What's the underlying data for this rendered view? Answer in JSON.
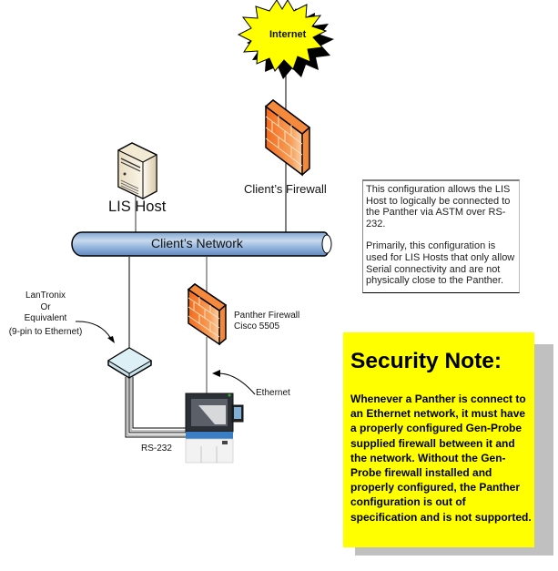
{
  "internet": {
    "label": "Internet",
    "color": "#ffff00"
  },
  "client_firewall": {
    "label": "Client’s Firewall"
  },
  "lis_host": {
    "label": "LIS Host"
  },
  "network": {
    "label": "Client’s Network"
  },
  "panther_firewall": {
    "line1": "Panther Firewall",
    "line2": "Cisco 5505"
  },
  "lantronix": {
    "line1": "LanTronix",
    "line2": "Or",
    "line3": "Equivalent",
    "line4": "(9-pin to Ethernet)"
  },
  "ethernet_label": "Ethernet",
  "rs232_label": "RS-232",
  "info_box": {
    "paragraph1": "This configuration allows the LIS Host to logically be connected to the Panther via ASTM over RS-232.",
    "paragraph2": "Primarily, this configuration is used for LIS Hosts that only allow Serial connectivity and are not physically close to the Panther."
  },
  "security_note": {
    "title": "Security Note:",
    "body": "Whenever a Panther is connect to an Ethernet network, it must have a properly configured Gen-Probe supplied firewall between it and the network.  Without the Gen-Probe firewall installed and properly configured, the Panther configuration is out of specification and is not supported.",
    "background": "#ffff00",
    "shadow": "#c0c0c0"
  }
}
